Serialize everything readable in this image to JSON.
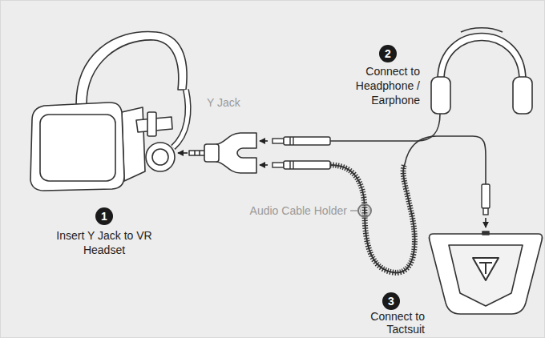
{
  "diagram": {
    "labels": [
      "Y Jack",
      "Audio Cable Holder",
      "1",
      "Insert Y Jack to VR Headset",
      "2",
      "Connect to Headphone / Earphone",
      "3",
      "Connect to Tactsuit"
    ]
  }
}
